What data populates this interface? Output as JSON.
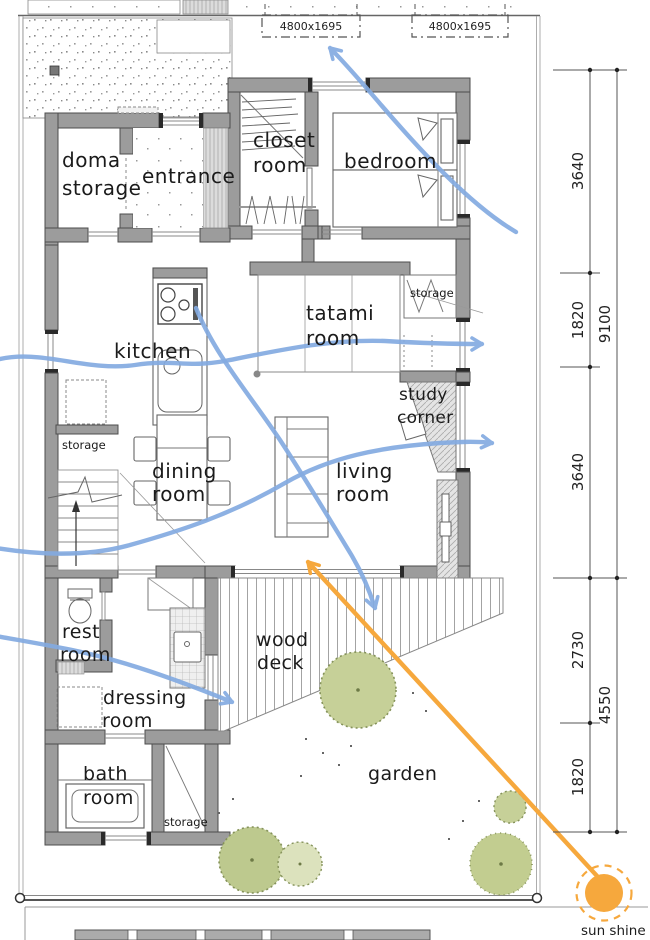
{
  "plan": {
    "roof_panels": [
      "4800x1695",
      "4800x1695"
    ],
    "rooms": {
      "doma_storage": [
        "doma",
        "storage"
      ],
      "entrance": [
        "entrance"
      ],
      "closet_room": [
        "closet",
        "room"
      ],
      "bedroom": [
        "bedroom"
      ],
      "kitchen": [
        "kitchen"
      ],
      "tatami_room": [
        "tatami",
        "room"
      ],
      "storage_tatami": [
        "storage"
      ],
      "study_corner": [
        "study",
        "corner"
      ],
      "dining_room": [
        "dining",
        "room"
      ],
      "living_room": [
        "living",
        "room"
      ],
      "storage_stair": [
        "storage"
      ],
      "rest_room": [
        "rest",
        "room"
      ],
      "dressing_room": [
        "dressing",
        "room"
      ],
      "bath_room": [
        "bath",
        "room"
      ],
      "storage_bath": [
        "storage"
      ],
      "wood_deck": [
        "wood",
        "deck"
      ],
      "garden": [
        "garden"
      ]
    },
    "annotations": {
      "sun": "sun shine"
    },
    "dimensions_right": {
      "segments": [
        "3640",
        "1820",
        "3640",
        "2730",
        "1820"
      ],
      "totals": [
        "9100",
        "4550"
      ]
    },
    "colors": {
      "wall": "#9c9c9c",
      "wall_outline": "#4d4d4d",
      "flow_arrow_blue": "#84ABE1",
      "sun_orange": "#F6A83D",
      "tree_green": "#C6D098",
      "tree_green_light": "#DCE2BD",
      "tree_outline": "#85925A",
      "text": "#1b1b1b"
    }
  }
}
